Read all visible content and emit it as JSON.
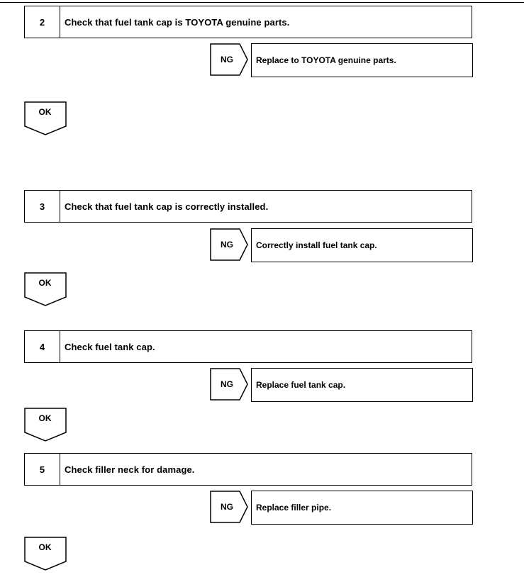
{
  "steps": [
    {
      "number": "2",
      "check": "Check that fuel tank cap is TOYOTA genuine parts.",
      "ng_label": "NG",
      "ng_action": "Replace to TOYOTA genuine parts.",
      "ok_label": "OK"
    },
    {
      "number": "3",
      "check": "Check that fuel tank cap is correctly installed.",
      "ng_label": "NG",
      "ng_action": "Correctly install fuel tank cap.",
      "ok_label": "OK"
    },
    {
      "number": "4",
      "check": "Check fuel tank cap.",
      "ng_label": "NG",
      "ng_action": "Replace fuel tank cap.",
      "ok_label": "OK"
    },
    {
      "number": "5",
      "check": "Check filler neck for damage.",
      "ng_label": "NG",
      "ng_action": "Replace filler pipe.",
      "ok_label": "OK"
    }
  ]
}
